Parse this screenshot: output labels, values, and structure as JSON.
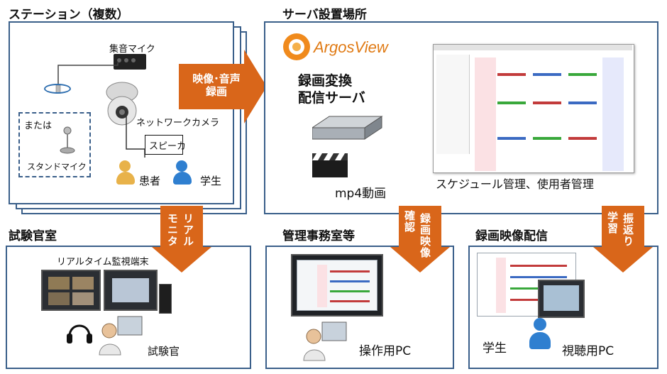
{
  "station": {
    "title": "ステーション（複数）",
    "mic_label": "集音マイク",
    "or_label": "または",
    "stand_mic_label": "スタンドマイク",
    "camera_label": "ネットワークカメラ",
    "speaker_label": "スピーカ",
    "patient_label": "患者",
    "student_label": "学生"
  },
  "arrow_main": {
    "line1": "映像･音声",
    "line2": "録画"
  },
  "server": {
    "title": "サーバ設置場所",
    "logo_text": "ArgosView",
    "encoder_line1": "録画変換",
    "encoder_line2": "配信サーバ",
    "mp4_label": "mp4動画",
    "schedule_label": "スケジュール管理、使用者管理"
  },
  "examiner_room": {
    "title": "試験官室",
    "terminal_label": "リアルタイム監視端末",
    "examiner_label": "試験官"
  },
  "arrow_realtime": {
    "col1": "リアル",
    "col2": "モニタ"
  },
  "admin_office": {
    "title": "管理事務室等",
    "pc_label": "操作用PC"
  },
  "arrow_confirm": {
    "col1": "録画映像",
    "col2": "確認"
  },
  "distribution": {
    "title": "録画映像配信",
    "student_label": "学生",
    "pc_label": "視聴用PC"
  },
  "arrow_review": {
    "col1": "振返り",
    "col2": "学習"
  },
  "colors": {
    "panel_border": "#3a5f8a",
    "arrow_orange": "#d9661a",
    "person_yellow": "#e8b24a",
    "person_blue": "#2f7fd0"
  }
}
